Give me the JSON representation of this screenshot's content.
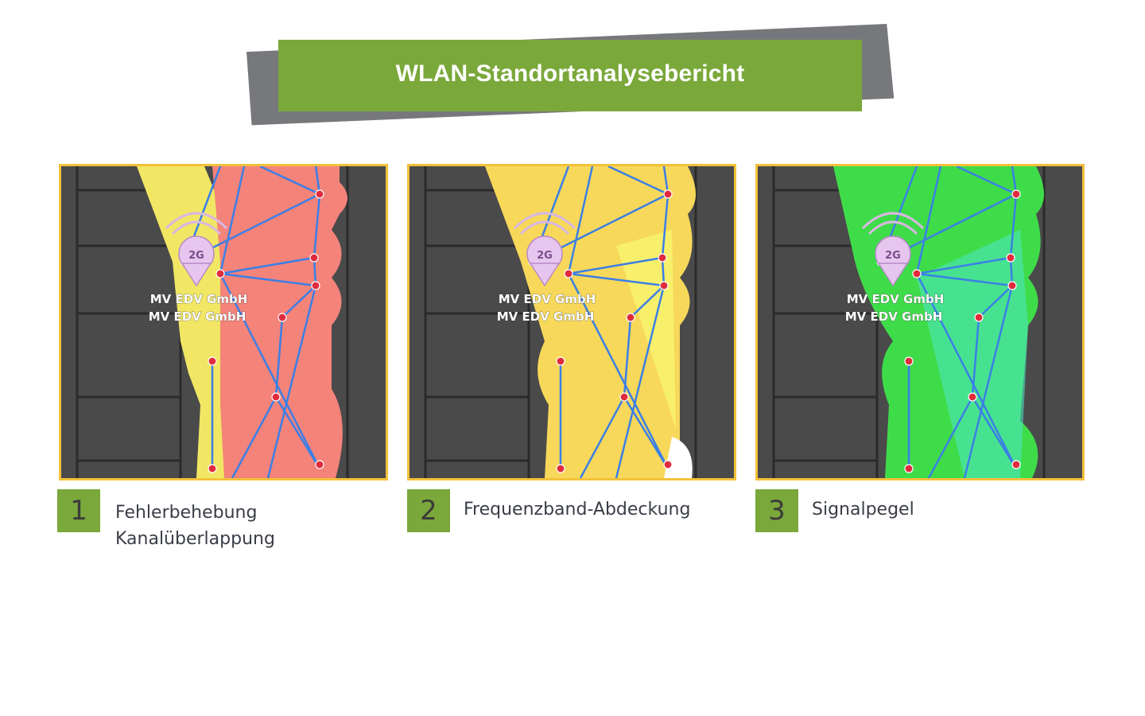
{
  "title": "WLAN-Standortanalysebericht",
  "colors": {
    "accent_green": "#7aa83a",
    "banner_gray": "#77787b",
    "frame_yellow": "#f3c13a",
    "link_blue": "#3b7fe6",
    "pin_red": "#e02b3c"
  },
  "access_point": {
    "band_label": "2G",
    "name_line_1": "MV EDV GmbH",
    "name_line_2": "MV EDV GmbH"
  },
  "panels": [
    {
      "number": "1",
      "caption_lines": [
        "Fehlerbehebung",
        "Kanalüberlappung"
      ],
      "heatmap": "channel-overlap",
      "primary_color": "#f4837a",
      "secondary_color": "#f1e764"
    },
    {
      "number": "2",
      "caption_lines": [
        "Frequenzband-Abdeckung"
      ],
      "heatmap": "band-coverage",
      "primary_color": "#f7d85a",
      "secondary_color": "#f8ef6a"
    },
    {
      "number": "3",
      "caption_lines": [
        "Signalpegel"
      ],
      "heatmap": "signal-level",
      "primary_color": "#3fdc4a",
      "secondary_color": "#4fe8c8"
    }
  ]
}
